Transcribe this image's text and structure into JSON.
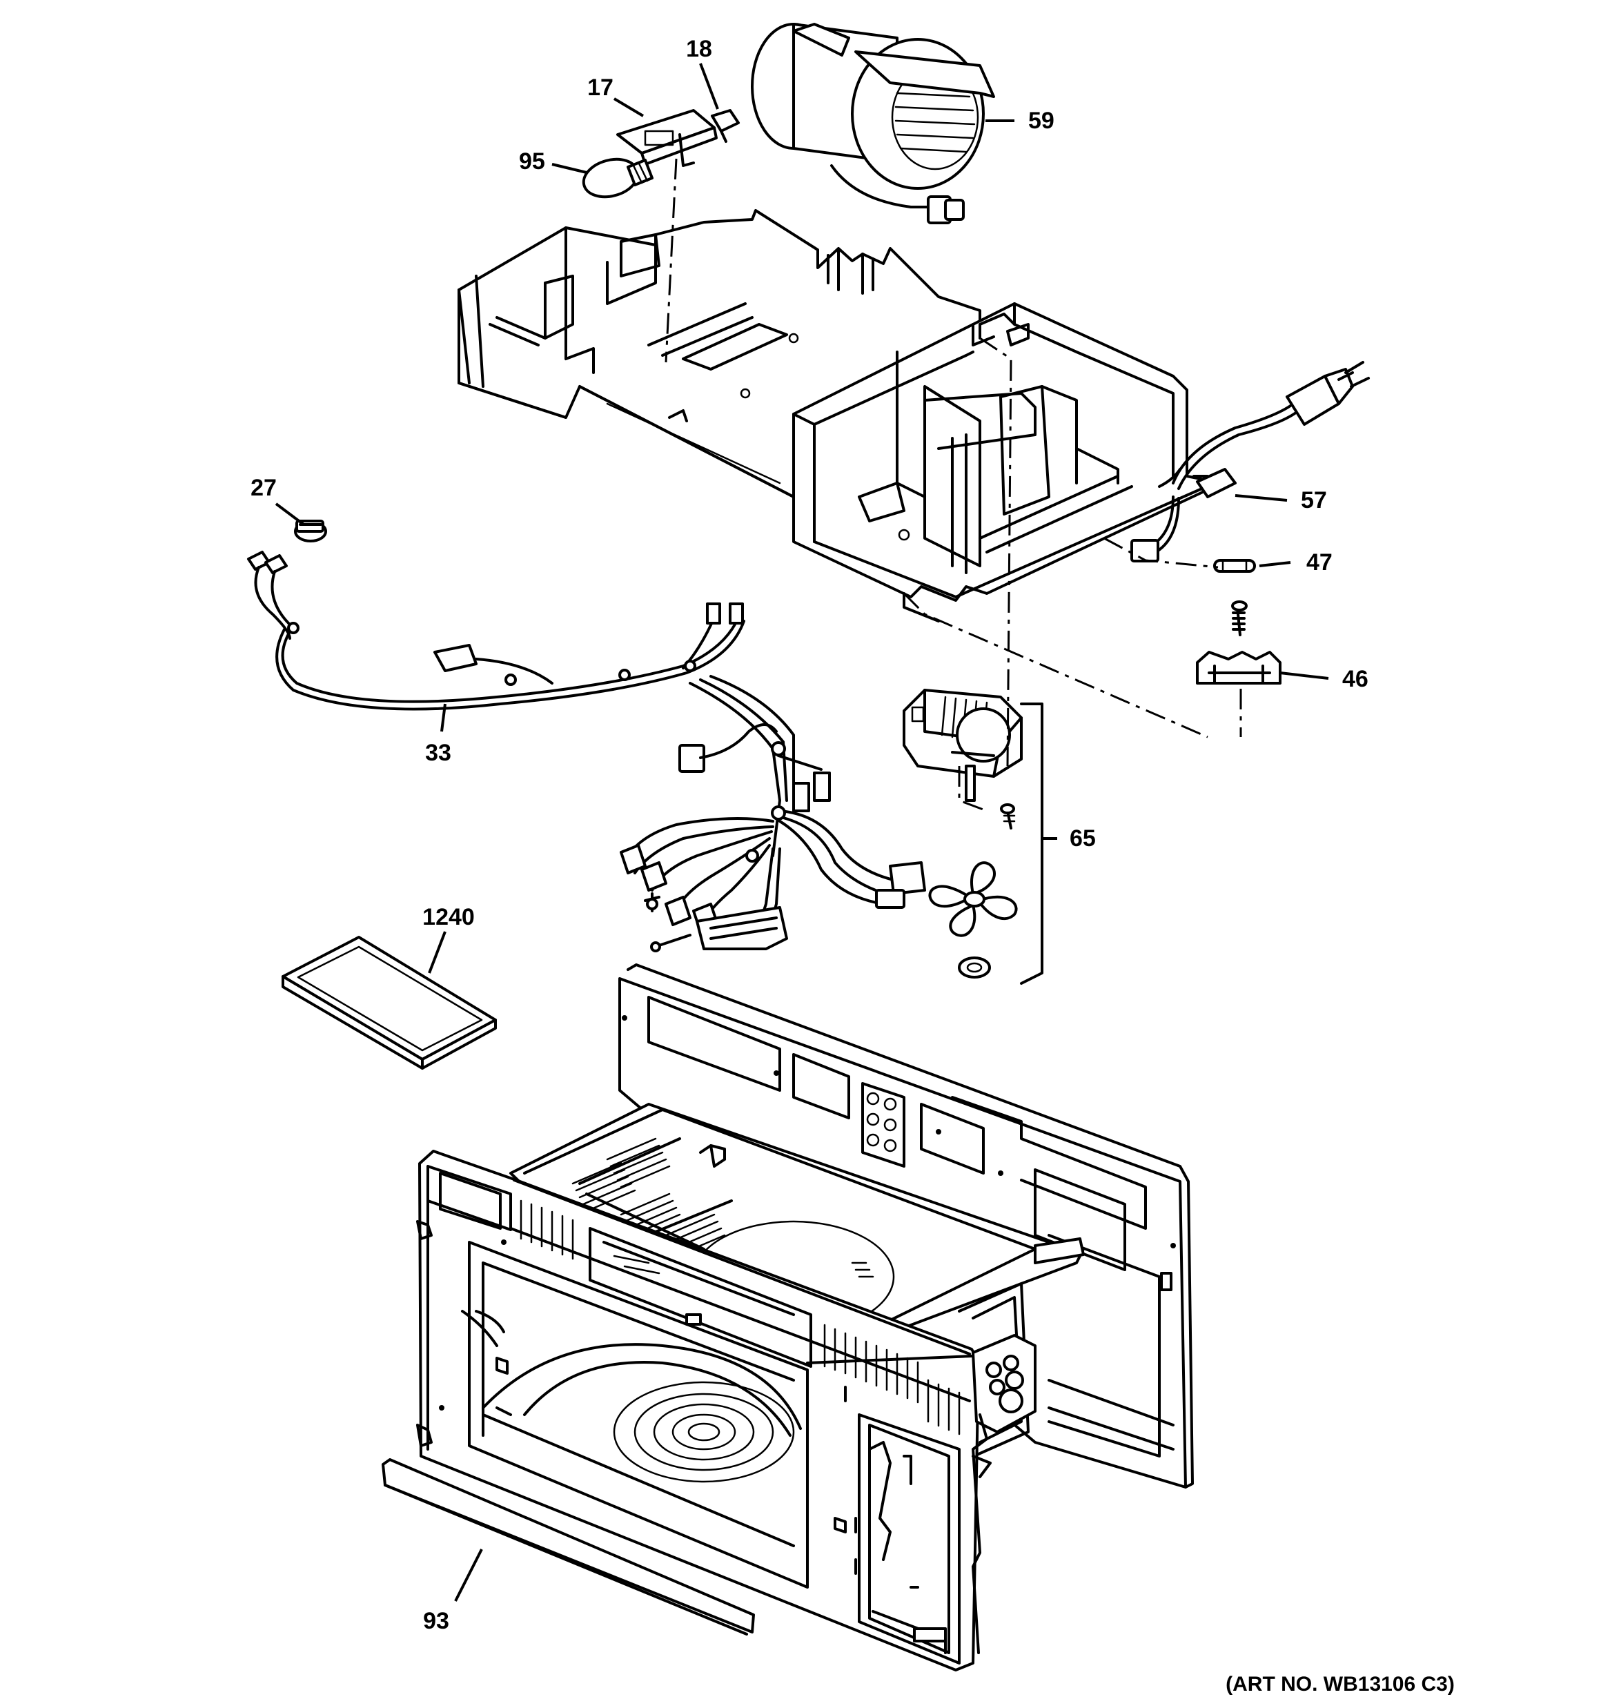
{
  "callouts": {
    "c17": "17",
    "c18": "18",
    "c59": "59",
    "c95": "95",
    "c27": "27",
    "c57": "57",
    "c47": "47",
    "c46": "46",
    "c33": "33",
    "c65": "65",
    "c1240": "1240",
    "c93": "93"
  },
  "art_number": "(ART NO. WB13106 C3)"
}
